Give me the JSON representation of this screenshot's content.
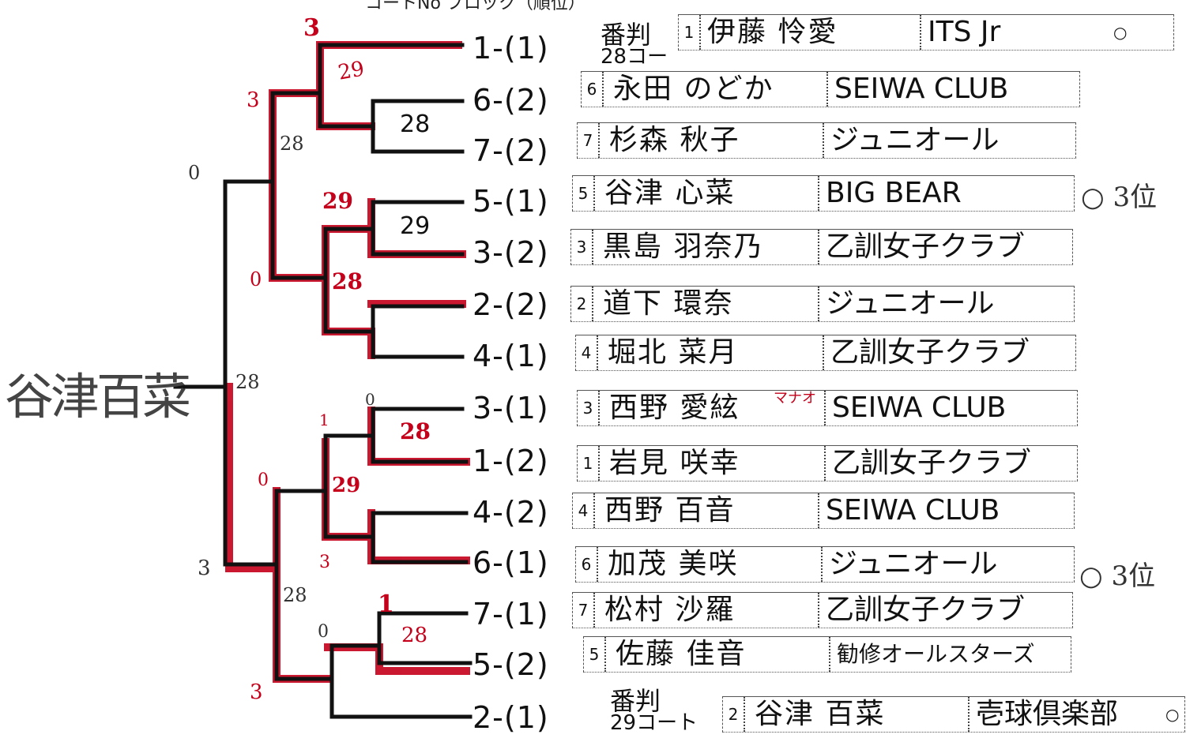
{
  "header": {
    "partial_title": "コートNo ブロック（順位）"
  },
  "winner": {
    "handwritten": "谷津百菜"
  },
  "referee_top": {
    "label": "番判",
    "court": "28コー"
  },
  "referee_bottom": {
    "label": "番判",
    "court": "29コート"
  },
  "entries": [
    {
      "seed": "1-(1)",
      "no": "1",
      "name": "伊藤 怜愛",
      "club": "ITS Jr",
      "mark": "○"
    },
    {
      "seed": "6-(2)",
      "no": "6",
      "name": "永田 のどか",
      "club": "SEIWA CLUB"
    },
    {
      "seed": "7-(2)",
      "no": "7",
      "name": "杉森 秋子",
      "club": "ジュニオール"
    },
    {
      "seed": "5-(1)",
      "no": "5",
      "name": "谷津 心菜",
      "club": "BIG BEAR",
      "mark": "○ 3位"
    },
    {
      "seed": "3-(2)",
      "no": "3",
      "name": "黒島 羽奈乃",
      "club": "乙訓女子クラブ"
    },
    {
      "seed": "2-(2)",
      "no": "2",
      "name": "道下 環奈",
      "club": "ジュニオール"
    },
    {
      "seed": "4-(1)",
      "no": "4",
      "name": "堀北 菜月",
      "club": "乙訓女子クラブ"
    },
    {
      "seed": "3-(1)",
      "no": "3",
      "name": "西野 愛絃",
      "club": "SEIWA CLUB",
      "note": "マナオ"
    },
    {
      "seed": "1-(2)",
      "no": "1",
      "name": "岩見 咲幸",
      "club": "乙訓女子クラブ"
    },
    {
      "seed": "4-(2)",
      "no": "4",
      "name": "西野 百音",
      "club": "SEIWA CLUB"
    },
    {
      "seed": "6-(1)",
      "no": "6",
      "name": "加茂 美咲",
      "club": "ジュニオール",
      "mark": "○ 3位"
    },
    {
      "seed": "7-(1)",
      "no": "7",
      "name": "松村 沙羅",
      "club": "乙訓女子クラブ"
    },
    {
      "seed": "5-(2)",
      "no": "5",
      "name": "佐藤 佳音",
      "club": "勧修オールスターズ"
    },
    {
      "seed": "2-(1)",
      "no": "2",
      "name": "谷津 百菜",
      "club": "壱球倶楽部",
      "mark": "○"
    }
  ],
  "match_refs": {
    "m28": "28",
    "m29": "29"
  },
  "scores": {
    "final_top": "0",
    "final_bottom": "3",
    "final_court": "28",
    "semi_top_upper": "3",
    "semi_top_lower": "0",
    "semi_bottom_upper": "0",
    "semi_bottom_lower": "3",
    "r1_a": "3",
    "r1_b": "0",
    "r1_c": "1",
    "r1_d": "0",
    "r1_e": "3",
    "r1_f": "1",
    "court_a": "29",
    "court_b": "28",
    "court_c": "29",
    "court_d": "28",
    "court_e": "28",
    "court_f": "29",
    "court_g": "28",
    "court_h": "28"
  },
  "colors": {
    "ink": "#111111",
    "red": "#c4001a"
  }
}
